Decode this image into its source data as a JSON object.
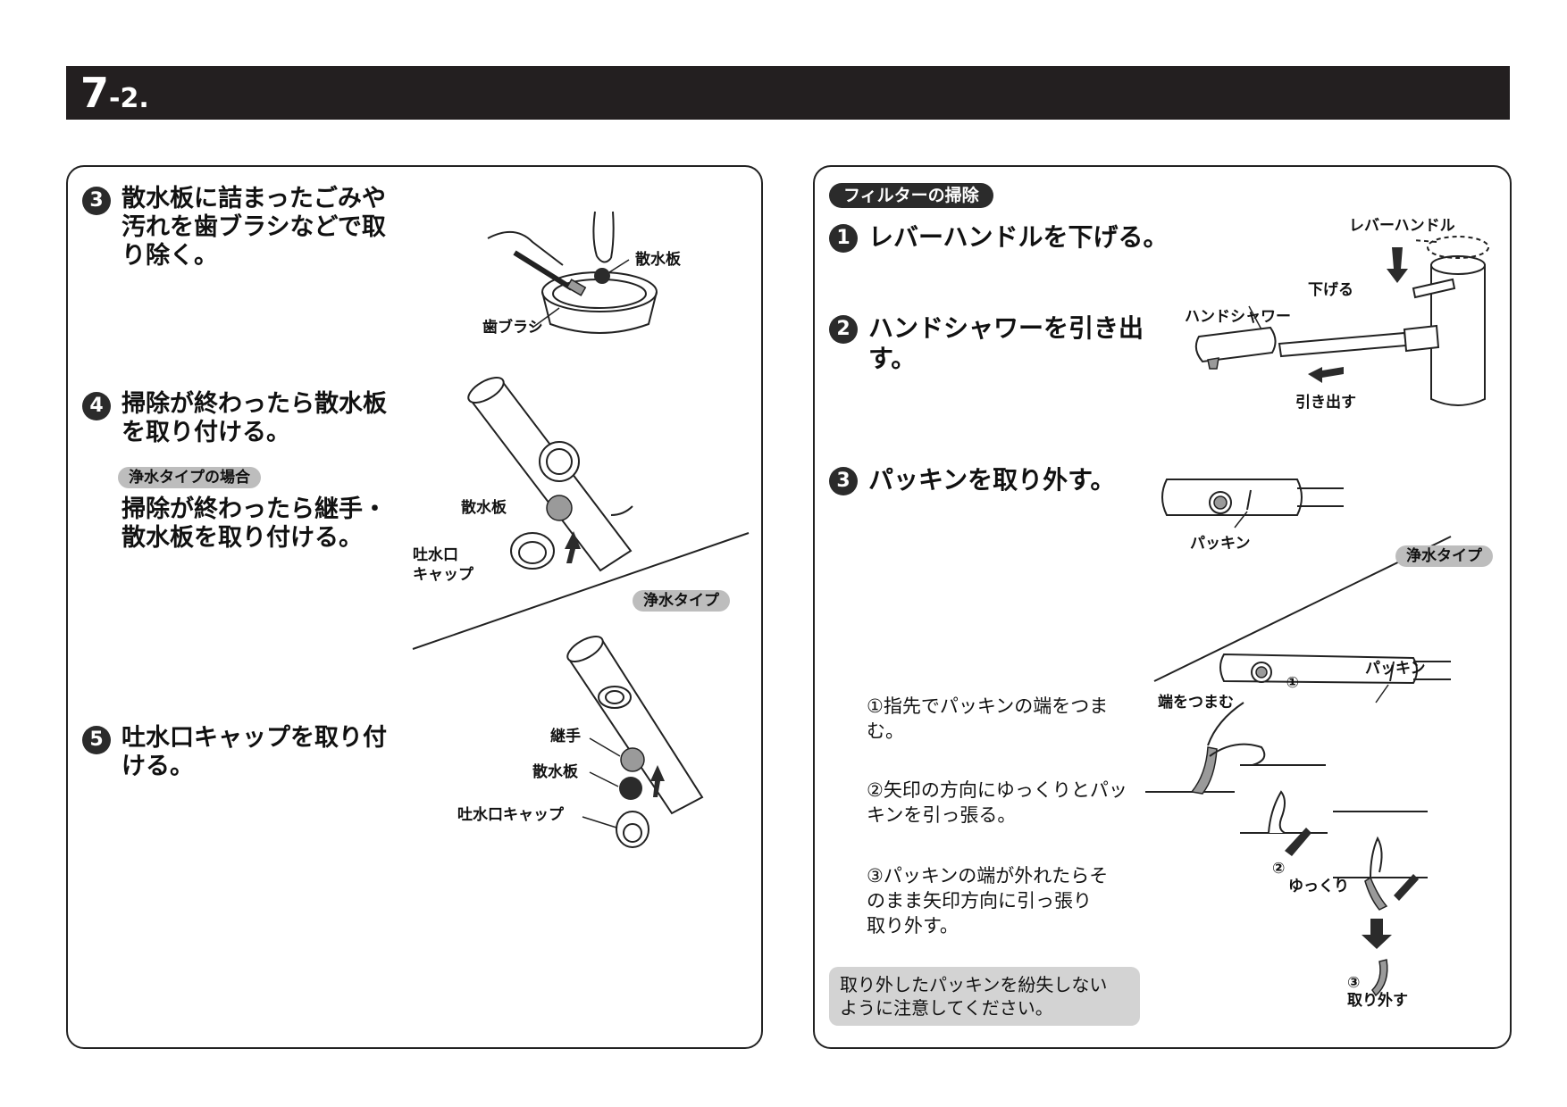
{
  "header": {
    "section_big": "7",
    "section_small": "-2."
  },
  "left": {
    "step3": {
      "num": "3",
      "text": "散水板に詰まったごみや\n汚れを歯ブラシなどで取\nり除く。"
    },
    "step3_labels": {
      "plate": "散水板",
      "toothbrush": "歯ブラシ"
    },
    "step4": {
      "num": "4",
      "text": "掃除が終わったら散水板\nを取り付ける。"
    },
    "step4_tag": "浄水タイプの場合",
    "step4_sub": "掃除が終わったら継手・\n散水板を取り付ける。",
    "step4_labels": {
      "plate": "散水板",
      "cap": "吐水口\nキャップ"
    },
    "divider_tag": "浄水タイプ",
    "step5": {
      "num": "5",
      "text": "吐水口キャップを取り付\nける。"
    },
    "step5_labels": {
      "joint": "継手",
      "plate": "散水板",
      "cap": "吐水口キャップ"
    }
  },
  "right": {
    "title_tag": "フィルターの掃除",
    "step1": {
      "num": "1",
      "text": "レバーハンドルを下げる。"
    },
    "step1_labels": {
      "lever": "レバーハンドル",
      "lower": "下げる"
    },
    "step2": {
      "num": "2",
      "text": "ハンドシャワーを引き出\nす。"
    },
    "step2_labels": {
      "shower": "ハンドシャワー",
      "pull": "引き出す"
    },
    "step3": {
      "num": "3",
      "text": "パッキンを取り外す。"
    },
    "step3_labels": {
      "packing1": "パッキン",
      "packing2": "パッキン"
    },
    "divider_tag": "浄水タイプ",
    "substeps": [
      "①指先でパッキンの端をつま\nむ。",
      "②矢印の方向にゆっくりとパッ\nキンを引っ張る。",
      "③パッキンの端が外れたらそ\nのまま矢印方向に引っ張り\n取り外す。"
    ],
    "detail_labels": {
      "pinch_num": "①",
      "pinch": "端をつまむ",
      "slow_num": "②",
      "slow": "ゆっくり",
      "remove_num": "③",
      "remove": "取り外す"
    },
    "note": "取り外したパッキンを紛失しない\nように注意してください。"
  }
}
